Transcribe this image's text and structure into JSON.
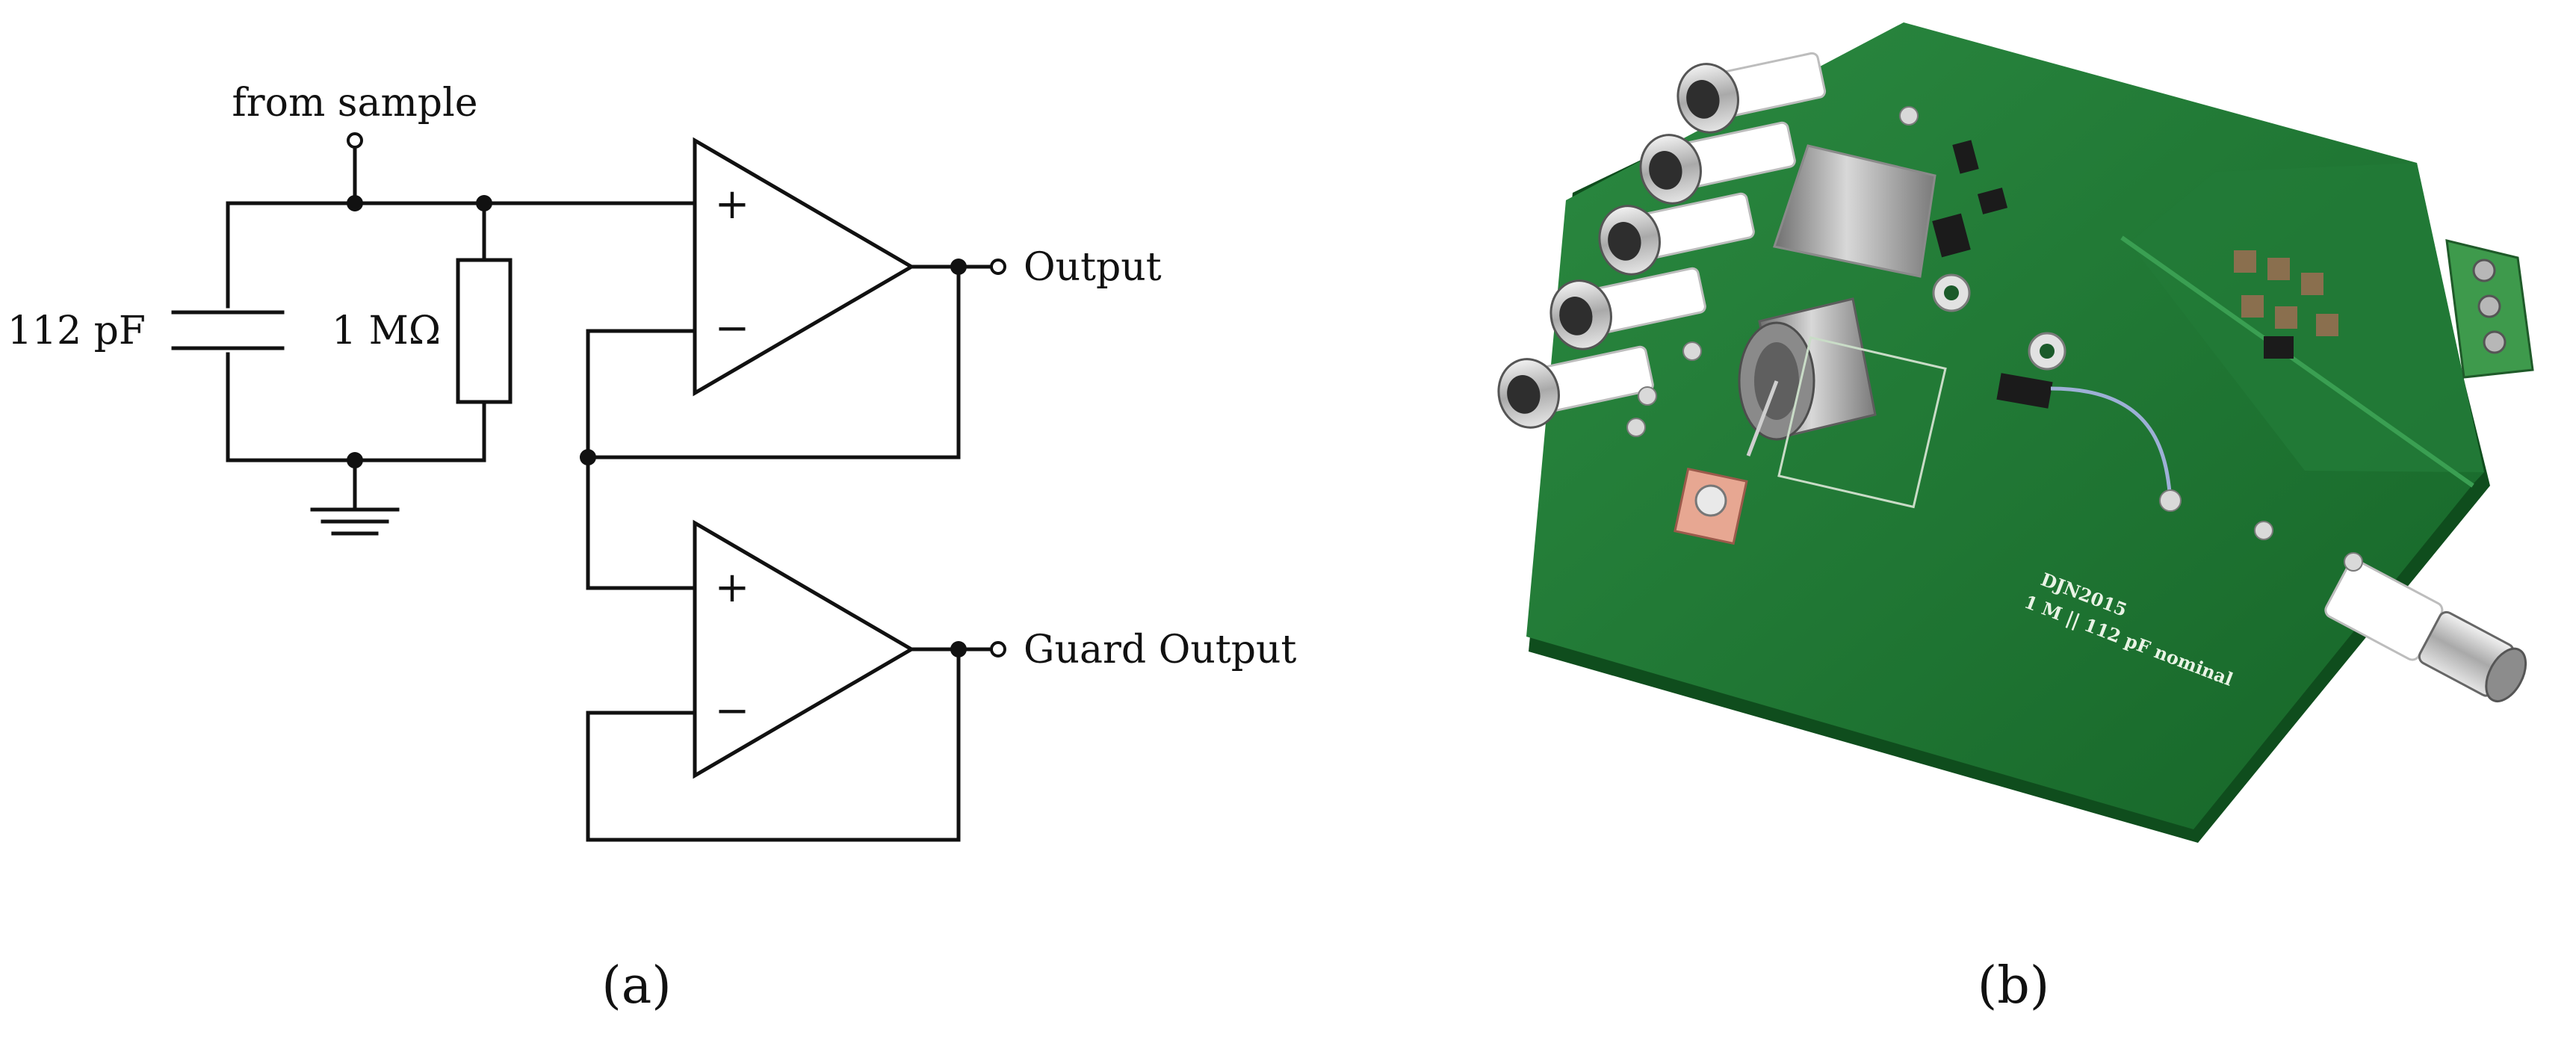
{
  "schematic": {
    "input_label": "from sample",
    "capacitor_label": "112 pF",
    "resistor_label": "1 MΩ",
    "opamp_plus": "+",
    "opamp_minus": "−",
    "output_label": "Output",
    "guard_output_label": "Guard Output"
  },
  "board": {
    "silkscreen_line1": "DJN2015",
    "silkscreen_line2": "1 M || 112 pF nominal",
    "board_color": "#1e7a34",
    "connector_color": "#ffffff",
    "terminal_block_color": "#3e9a4c"
  },
  "captions": {
    "a": "(a)",
    "b": "(b)"
  }
}
